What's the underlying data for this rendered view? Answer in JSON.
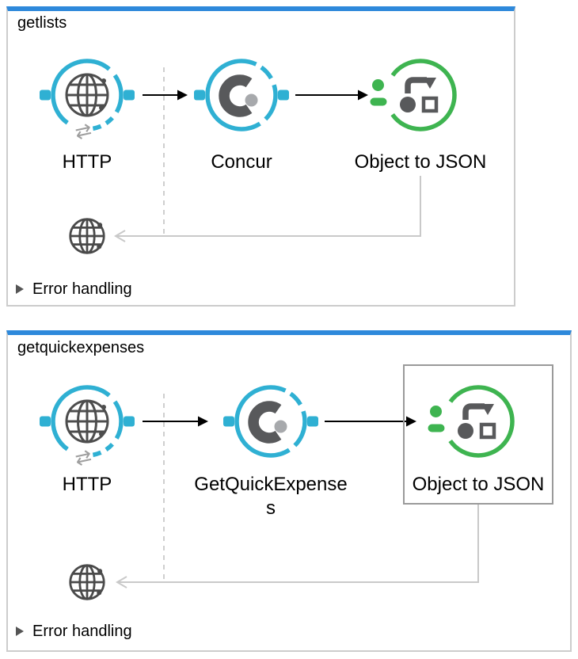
{
  "colors": {
    "header_bar_blue": "#2e89db",
    "connector_cyan": "#2fb0d3",
    "connector_green": "#3eb450",
    "icon_dark_gray": "#58595b",
    "concur_dot_gray": "#a7a9ac",
    "line_gray": "#c9c9c9",
    "selection_border": "#9a9a9a",
    "container_border": "#cccccc"
  },
  "flows": [
    {
      "title": "getlists",
      "error_handling_label": "Error handling",
      "nodes": [
        {
          "id": "http",
          "label": "HTTP"
        },
        {
          "id": "concur",
          "label": "Concur"
        },
        {
          "id": "object-to-json",
          "label": "Object to JSON"
        }
      ]
    },
    {
      "title": "getquickexpenses",
      "error_handling_label": "Error handling",
      "nodes": [
        {
          "id": "http",
          "label": "HTTP"
        },
        {
          "id": "getquickexpenses",
          "label": "GetQuickExpenses"
        },
        {
          "id": "object-to-json",
          "label": "Object to JSON",
          "selected": true
        }
      ]
    }
  ]
}
